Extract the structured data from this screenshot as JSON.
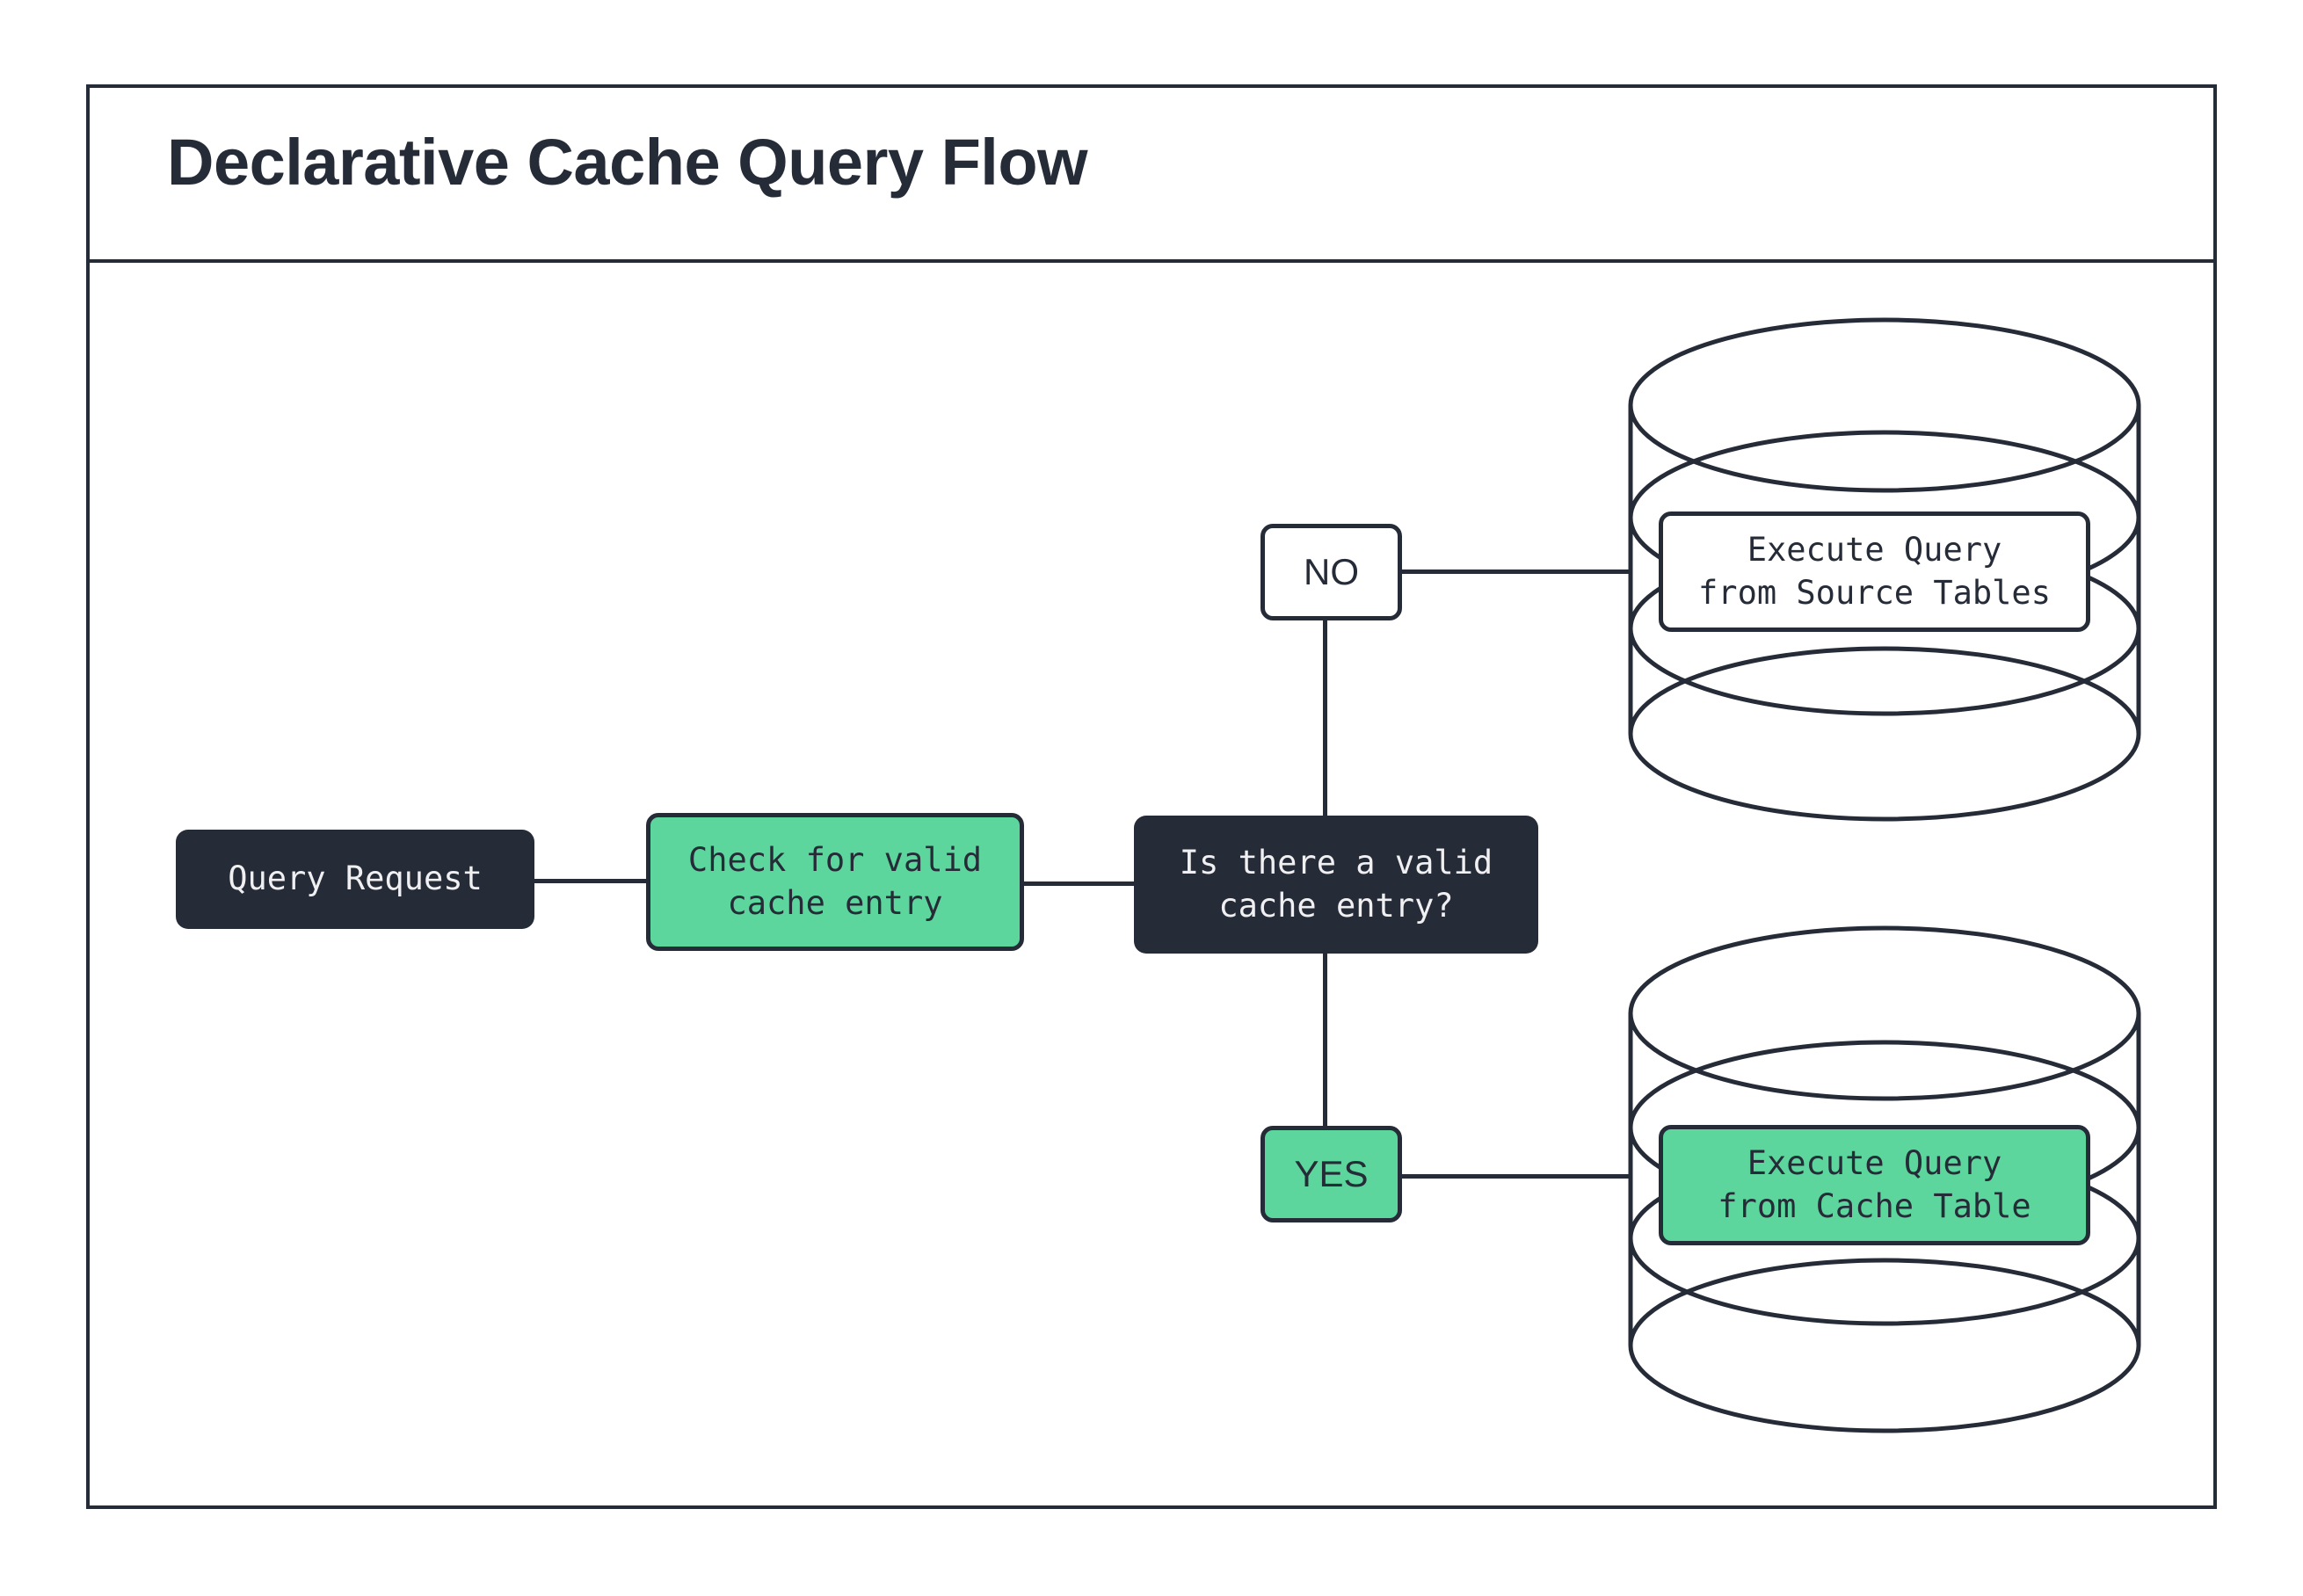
{
  "diagram": {
    "title": "Declarative Cache Query Flow",
    "colors": {
      "ink": "#262b38",
      "green": "#5dd69d",
      "white": "#ffffff"
    },
    "nodes": {
      "query_request": "Query Request",
      "check_cache": "Check for valid\ncache entry",
      "decision": "Is there a valid\ncache entry?",
      "branch_no": "NO",
      "branch_yes": "YES",
      "source_db_label": "Execute Query\nfrom Source Tables",
      "cache_db_label": "Execute Query\nfrom Cache Table"
    },
    "shapes": {
      "source_database": "database-cylinder",
      "cache_database": "database-cylinder"
    }
  }
}
